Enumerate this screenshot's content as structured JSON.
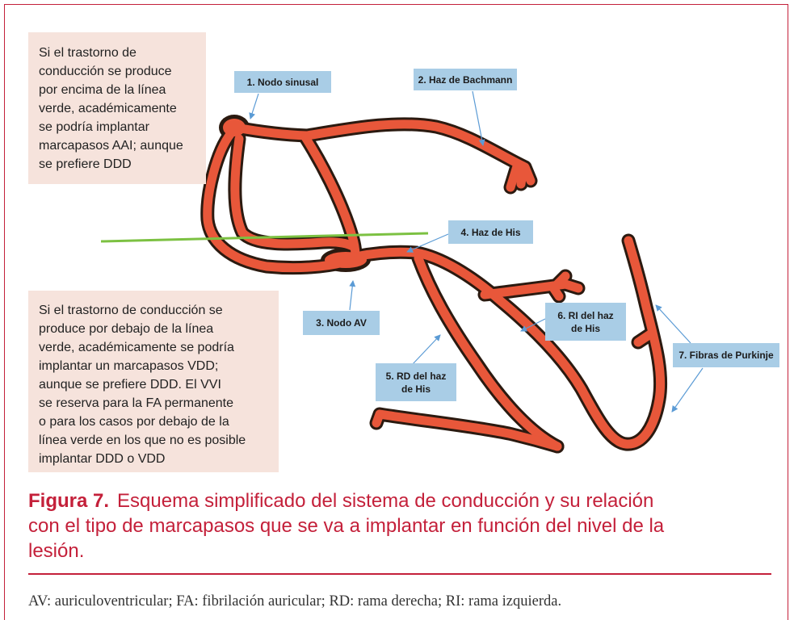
{
  "figure": {
    "notes": {
      "above": [
        "Si el trastorno de",
        "conducción se produce",
        "por encima de la línea",
        "verde, académicamente",
        "se podría implantar",
        "marcapasos AAI; aunque",
        "se prefiere DDD"
      ],
      "below": [
        "Si el trastorno de conducción se",
        "produce por debajo de la línea",
        "verde, académicamente se podría",
        "implantar un marcapasos VDD;",
        "aunque se prefiere DDD. El VVI",
        "se reserva para la FA permanente",
        "o para los casos por debajo de la",
        "línea verde en los que no es posible",
        "implantar DDD o VDD"
      ]
    },
    "labels": {
      "sinus_node": "1. Nodo sinusal",
      "bachmann": "2. Haz de Bachmann",
      "av_node": "3. Nodo AV",
      "his": "4. Haz de His",
      "rd": [
        "5. RD del haz",
        "de His"
      ],
      "ri": [
        "6. RI del haz",
        "de His"
      ],
      "purkinje": "7. Fibras de Purkinje"
    },
    "colors": {
      "accent": "#c4203a",
      "conduction_fill": "#e8573a",
      "conduction_outline": "#2b1a10",
      "green_line": "#7cc142",
      "label_bg": "#a9cde6",
      "note_bg": "#f6e3dc",
      "arrow": "#5b9bd5"
    }
  },
  "caption": {
    "label": "Figura 7.",
    "lines": [
      "Esquema simplificado del sistema de conducción y su relación",
      "con el tipo de marcapasos que se va a implantar en función del nivel de la",
      "lesión."
    ]
  },
  "abbreviations": "AV: auriculoventricular; FA: fibrilación auricular; RD: rama derecha; RI: rama izquierda."
}
